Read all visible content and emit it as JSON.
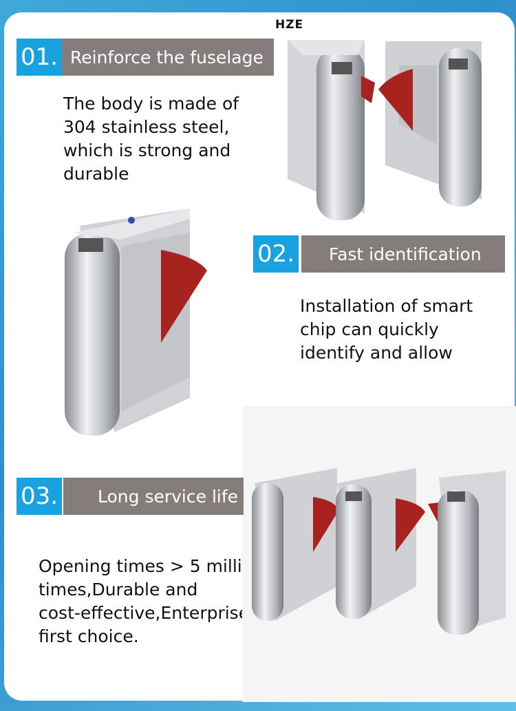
{
  "brand": {
    "logo": "HZE"
  },
  "sections": [
    {
      "number": "01.",
      "title": "Reinforce the fuselage",
      "text": "The body is made of\n304 stainless steel,\nwhich is strong and\ndurable"
    },
    {
      "number": "02.",
      "title": "Fast identification",
      "text": "Installation of smart\nchip can quickly\nidentify and allow"
    },
    {
      "number": "03.",
      "title": "Long service life",
      "text": "Opening times > 5 milli\ntimes,Durable and\ncost-effective,Enterprise\nfirst choice."
    }
  ],
  "colors": {
    "accent": "#18a3e0",
    "label_bg": "#847d7b",
    "wing": "#a8221f",
    "steel": "#c9cbcf"
  }
}
